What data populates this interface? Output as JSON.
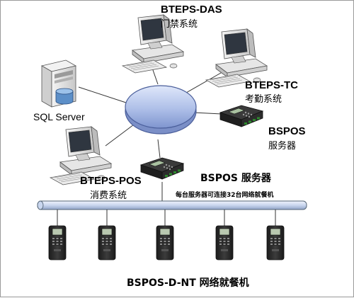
{
  "nodes": {
    "das": {
      "name": "BTEPS-DAS",
      "desc": "门禁系统"
    },
    "tc": {
      "name": "BTEPS-TC",
      "desc": "考勤系统"
    },
    "sql": {
      "name": "SQL Server"
    },
    "bspos_right": {
      "name": "BSPOS",
      "desc": "服务器"
    },
    "pos": {
      "name": "BTEPS-POS",
      "desc": "消费系统"
    },
    "bspos_mid": {
      "name": "BSPOS 服务器"
    },
    "bus_note": "每台服务器可连接32台网络就餐机",
    "footer": "BSPOS-D-NT 网络就餐机"
  },
  "colors": {
    "hub_fill": "#b8c8ec",
    "hub_stroke": "#4a5e9a",
    "bus_fill": "#d8e2f4",
    "bus_stroke": "#556677",
    "link": "#333333",
    "device": "#2a2a2a",
    "screen": "#b9c8b0"
  },
  "icons": [
    "computer-icon",
    "server-tower-icon",
    "database-icon",
    "controller-device-icon",
    "terminal-device-icon"
  ]
}
